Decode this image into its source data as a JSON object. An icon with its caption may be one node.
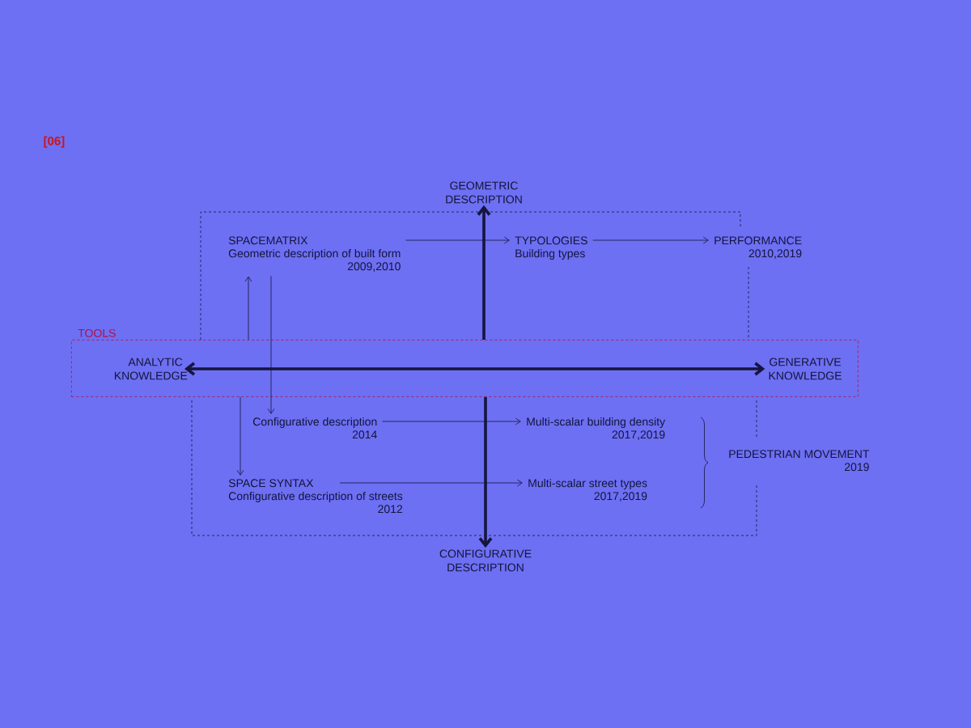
{
  "diagram": {
    "nodes": [
      {
        "text": [
          "TOOLS"
        ]
      },
      {
        "text": [
          "ANALYTIC KNOWLEDGE"
        ],
        "in": 0
      },
      {
        "text": [
          "GENERATIVE KNOWLEDGE"
        ],
        "in": 0
      },
      {
        "text": [
          "GEOMETRIC DESCRIPTION"
        ]
      },
      {
        "text": [
          "CONFIGURATIVE DESCRIPTION"
        ]
      },
      {
        "text": [
          "SPACEMATRIX",
          "Geometric description of built form",
          "2009,2010"
        ]
      },
      {
        "text": [
          "TYPOLOGIES",
          "Building types"
        ]
      },
      {
        "text": [
          "PERFORMANCE",
          "2010,2019"
        ]
      },
      {
        "text": [
          "Configurative description",
          "2014"
        ]
      },
      {
        "text": [
          "Multi-scalar building density",
          "2017,2019"
        ]
      },
      {
        "text": [
          "SPACE SYNTAX",
          "Configurative description of streets",
          "2012"
        ]
      },
      {
        "text": [
          "Multi-scalar street types",
          "2017,2019"
        ]
      },
      {
        "text": [
          "PEDESTRIAN MOVEMENT",
          "2019"
        ]
      }
    ],
    "edges": [
      {
        "from": 1,
        "to": 2,
        "arrow": "both",
        "style": "thick"
      },
      {
        "from": 0,
        "to": 3,
        "arrow": "to",
        "style": "thick"
      },
      {
        "from": 0,
        "to": 4,
        "arrow": "to",
        "style": "thick"
      },
      {
        "from": 5,
        "to": 6,
        "arrow": "to"
      },
      {
        "from": 6,
        "to": 7,
        "arrow": "to"
      },
      {
        "from": 0,
        "to": 5,
        "arrow": "to"
      },
      {
        "from": 5,
        "to": 8,
        "arrow": "to"
      },
      {
        "from": 0,
        "to": 10,
        "arrow": "to"
      },
      {
        "from": 8,
        "to": 9,
        "arrow": "to"
      },
      {
        "from": 10,
        "to": 11,
        "arrow": "to"
      }
    ],
    "labels": [
      "[06]"
    ]
  }
}
